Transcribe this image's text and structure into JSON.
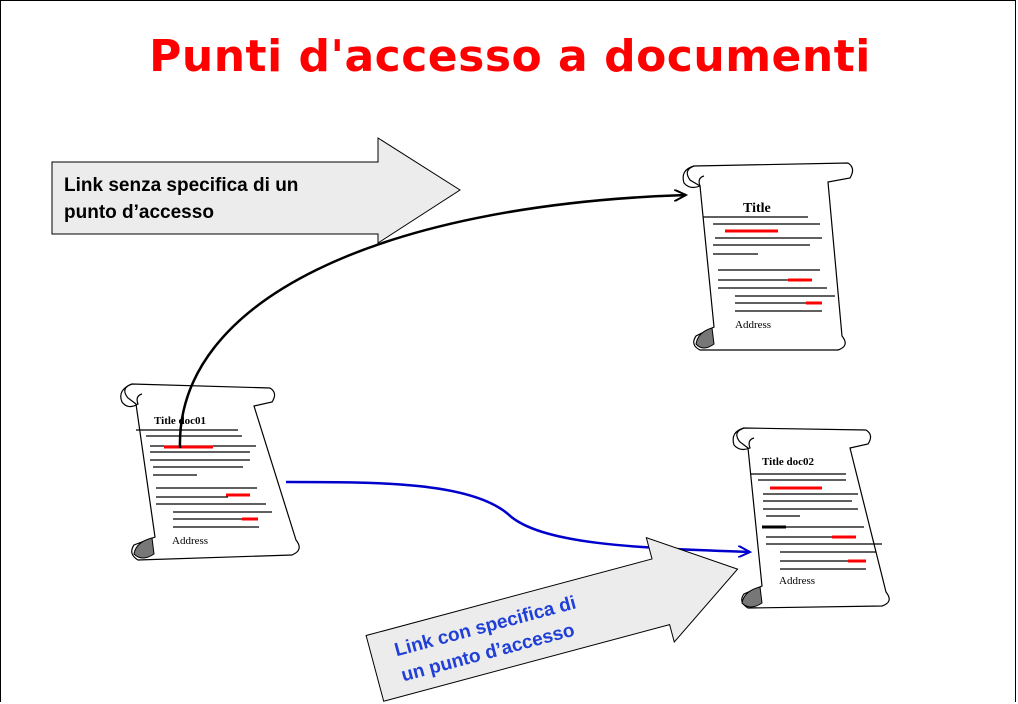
{
  "slide": {
    "title": "Punti d'accesso a documenti"
  },
  "callouts": {
    "top": {
      "line1": "Link senza specifica di un",
      "line2": "punto d’accesso"
    },
    "bottom": {
      "line1": "Link con specifica di",
      "line2": "un punto d’accesso"
    }
  },
  "documents": {
    "doc_top_right": {
      "title": "Title",
      "footer": "Address"
    },
    "doc_left": {
      "title": "Title doc01",
      "footer": "Address"
    },
    "doc_bottom_right": {
      "title": "Title doc02",
      "footer": "Address"
    }
  },
  "colors": {
    "title": "#ff0000",
    "link_no_anchor": "#000000",
    "link_with_anchor": "#0000cc",
    "callout_fill": "#ececec",
    "callout_bottom_text": "#1f3fd6",
    "highlight": "#ff0000"
  }
}
